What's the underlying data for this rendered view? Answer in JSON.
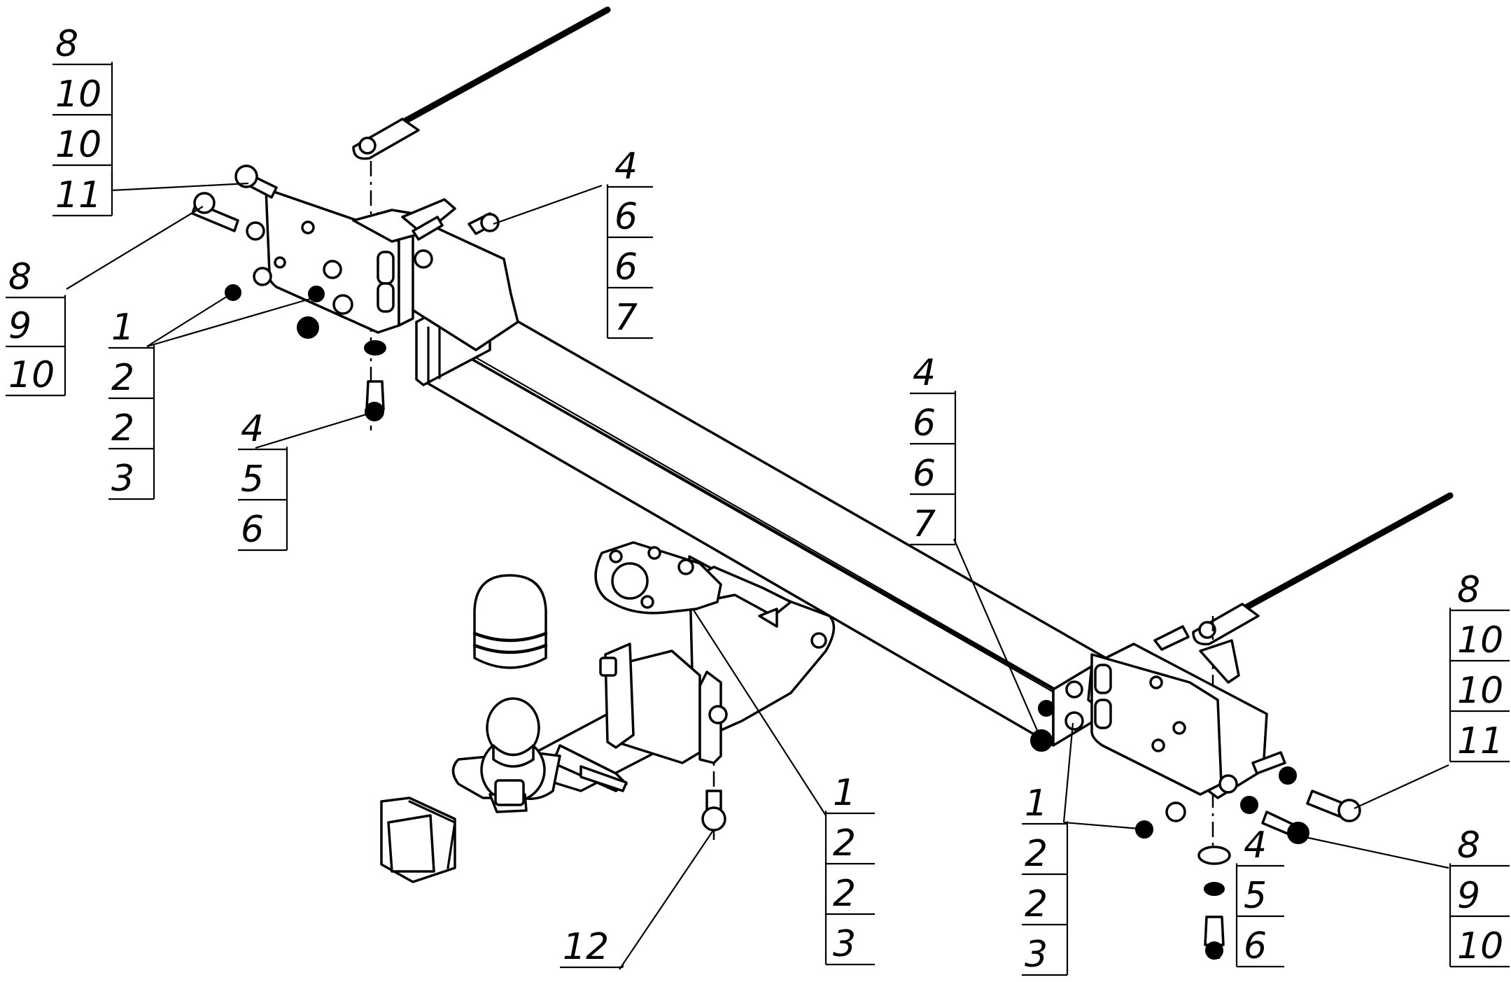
{
  "callouts": [
    {
      "id": "top-left-bolt",
      "values": [
        "8",
        "10",
        "10",
        "11"
      ]
    },
    {
      "id": "left-bolt",
      "values": [
        "8",
        "9",
        "10"
      ]
    },
    {
      "id": "left-nuts",
      "values": [
        "1",
        "2",
        "2",
        "3"
      ]
    },
    {
      "id": "left-bottom-bolt",
      "values": [
        "4",
        "5",
        "6"
      ]
    },
    {
      "id": "left-top-bolt",
      "values": [
        "4",
        "6",
        "6",
        "7"
      ]
    },
    {
      "id": "center-bolt",
      "values": [
        "4",
        "6",
        "6",
        "7"
      ]
    },
    {
      "id": "right-top-bolt",
      "values": [
        "8",
        "10",
        "10",
        "11"
      ]
    },
    {
      "id": "right-bolt",
      "values": [
        "8",
        "9",
        "10"
      ]
    },
    {
      "id": "right-bottom-bolt",
      "values": [
        "4",
        "5",
        "6"
      ]
    },
    {
      "id": "right-nuts",
      "values": [
        "1",
        "2",
        "2",
        "3"
      ]
    },
    {
      "id": "center-nuts",
      "values": [
        "1",
        "2",
        "2",
        "3"
      ]
    },
    {
      "id": "bottom-bolt",
      "values": [
        "12"
      ]
    }
  ]
}
